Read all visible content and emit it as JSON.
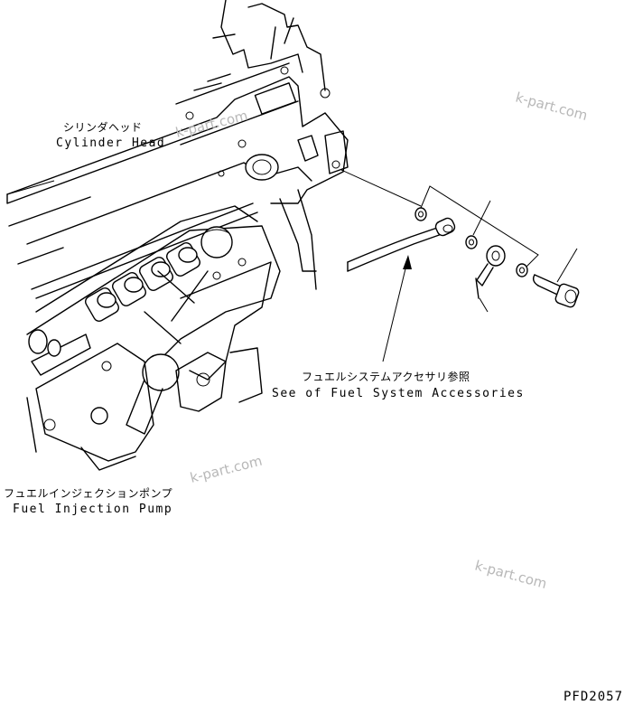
{
  "labels": {
    "cylinder_head_jp": "シリンダヘッド",
    "cylinder_head_en": "Cylinder Head",
    "fuel_system_jp": "フュエルシステムアクセサリ参照",
    "fuel_system_en": "See of Fuel System Accessories",
    "injection_pump_jp": "フュエルインジェクションポンプ",
    "injection_pump_en": "Fuel Injection Pump"
  },
  "watermarks": [
    "k-part.com",
    "k-part.com",
    "k-part.com",
    "k-part.com"
  ],
  "drawing_code": "PFD2057"
}
